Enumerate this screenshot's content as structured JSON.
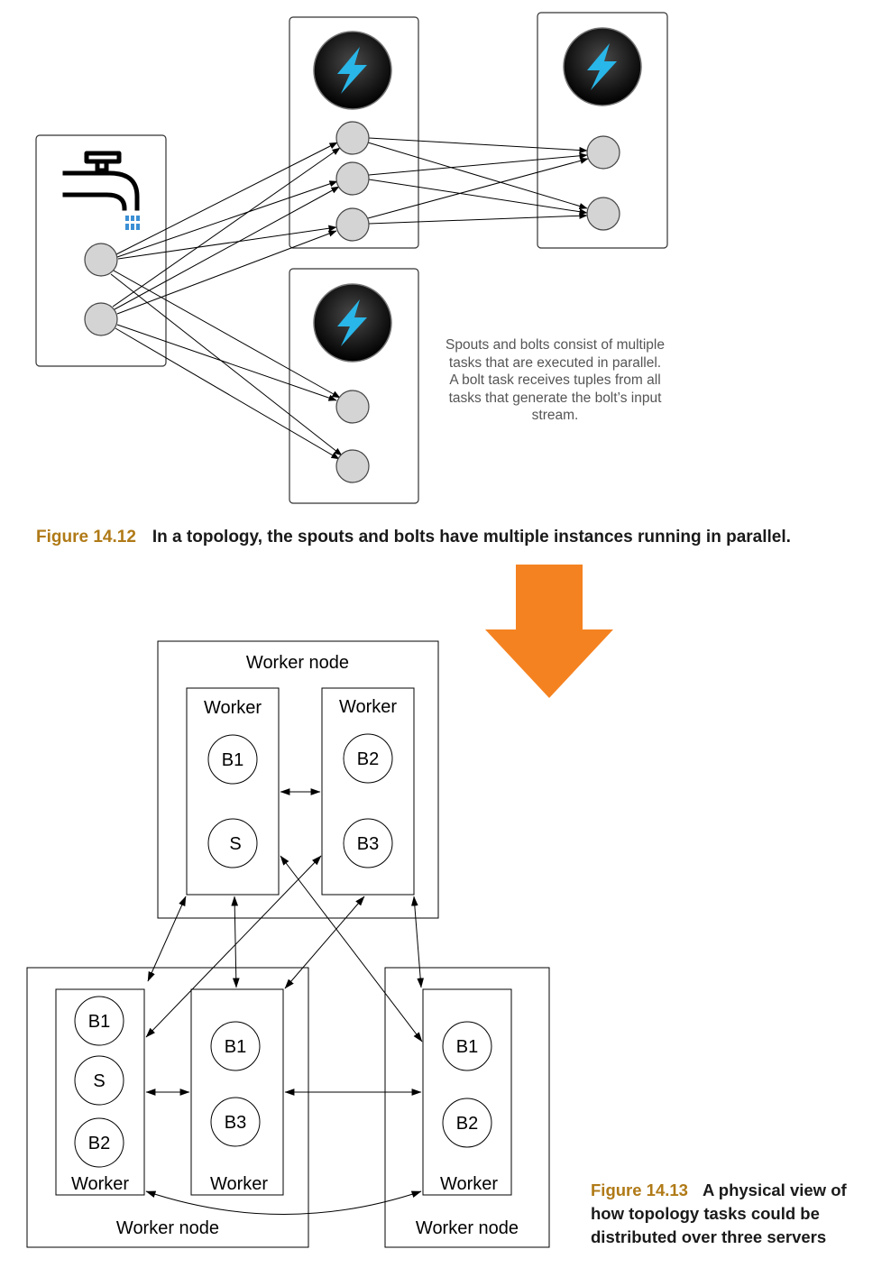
{
  "figure_1": {
    "number": "Figure 14.12",
    "caption": "In a topology, the spouts and bolts have multiple instances running in parallel.",
    "annotation": "Spouts and bolts consist of multiple tasks that are executed in parallel. A bolt task receives tuples from all tasks that generate the bolt’s input stream.",
    "icons": [
      "faucet-icon",
      "lightning-bolt-icon",
      "lightning-bolt-icon",
      "lightning-bolt-icon"
    ]
  },
  "arrow": {
    "color": "#f58220",
    "icon": "down-arrow-icon"
  },
  "figure_2": {
    "number": "Figure 14.13",
    "caption": "A physical view of how topology tasks could be distributed over three servers",
    "worker_node_label": "Worker node",
    "worker_label": "Worker",
    "workers": {
      "top_left": [
        "B1",
        "S"
      ],
      "top_right": [
        "B2",
        "B3"
      ],
      "bottom_left": [
        "B1",
        "S",
        "B2"
      ],
      "bottom_middle": [
        "B1",
        "B3"
      ],
      "bottom_right": [
        "B1",
        "B2"
      ]
    }
  },
  "colors": {
    "accent": "#b07a17",
    "bolt_icon": "#29b6e8",
    "faucet_water": "#3b8fd4",
    "task_node": "#d4d4d4"
  }
}
